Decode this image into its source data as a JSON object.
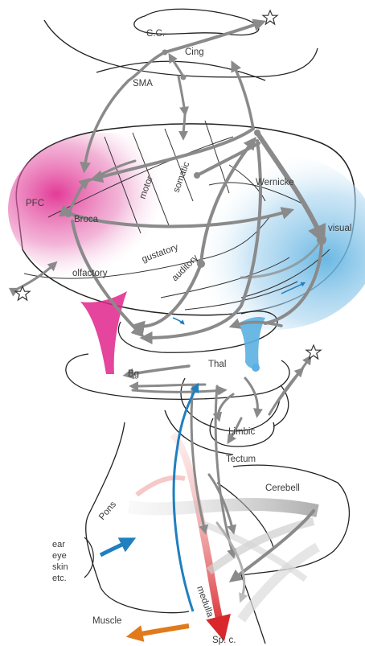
{
  "labels": {
    "cc": "C.C.",
    "cing": "Cing",
    "sma": "SMA",
    "motor": "motor",
    "somatic": "somatic",
    "wernicke": "Wernicke",
    "pfc": "PFC",
    "broca": "Broca",
    "visual": "visual",
    "gustatory": "gustatory",
    "olfactory": "olfactory",
    "auditory": "auditory",
    "bg": "Bg",
    "thal": "Thal",
    "limbic": "Limbic",
    "tectum": "Tectum",
    "pons": "Pons",
    "cerebell": "Cerebell",
    "ear": "ear",
    "eye": "eye",
    "skin": "skin",
    "etc": "etc.",
    "medulla": "medulla",
    "muscle": "Muscle",
    "spc": "Sp. c."
  },
  "colors": {
    "pfc_region": "#e0258c",
    "visual_region": "#5ab0e0",
    "pathway": "#8a8a8a",
    "sensory_input": "#1f7fc0",
    "motor_output": "#e07a1a",
    "descending_tract": "#d8282c",
    "outline": "#222222"
  },
  "icons": [
    "star-icon",
    "star-icon",
    "star-icon",
    "star-icon"
  ]
}
